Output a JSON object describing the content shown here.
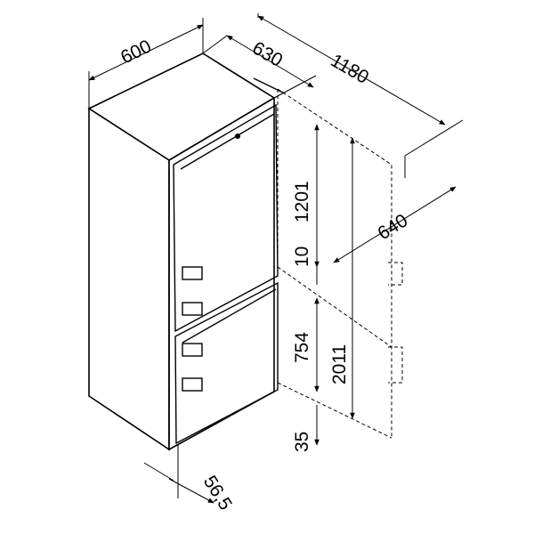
{
  "dimensions": {
    "width": "600",
    "depth": "630",
    "depth_open": "1180",
    "niche_depth": "640",
    "upper_height": "1201",
    "gap": "10",
    "lower_height": "754",
    "total_height": "2011",
    "plinth": "35",
    "door_offset": "56,5"
  },
  "colors": {
    "line": "#000000",
    "background": "#ffffff"
  }
}
